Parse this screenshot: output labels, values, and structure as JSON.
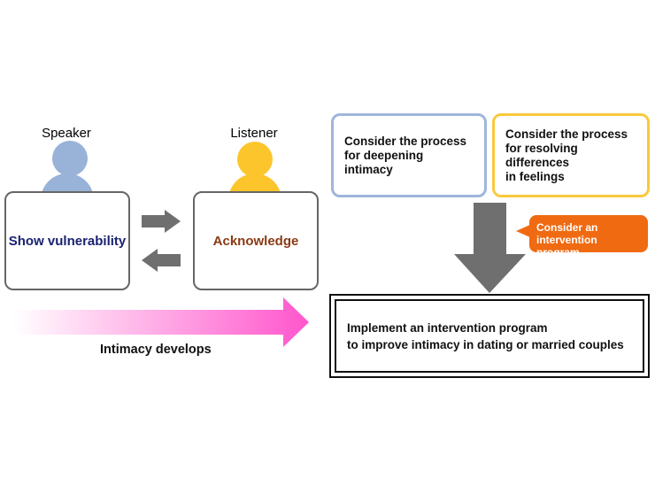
{
  "speaker": {
    "label": "Speaker",
    "action": "Show vulnerability",
    "head_color": "#98b2d8",
    "text_color": "#1a2170"
  },
  "listener": {
    "label": "Listener",
    "action": "Acknowledge",
    "head_color": "#fcc52c",
    "text_color": "#8a3a14"
  },
  "progress": {
    "caption": "Intimacy develops",
    "gradient_color": "#ff55cc"
  },
  "process_boxes": [
    {
      "text_lines": [
        "Consider the process",
        "for deepening intimacy"
      ],
      "border_color": "#9fb6dc"
    },
    {
      "text_lines": [
        "Consider the process",
        "for resolving differences",
        "in feelings"
      ],
      "border_color": "#f9c93c"
    }
  ],
  "callout": {
    "text_lines": [
      "Consider an",
      "intervention program"
    ],
    "color": "#f06a12"
  },
  "result": {
    "text_lines": [
      "Implement an intervention program",
      "to improve intimacy in dating or married couples"
    ]
  },
  "arrow_color": "#6f6f6f"
}
